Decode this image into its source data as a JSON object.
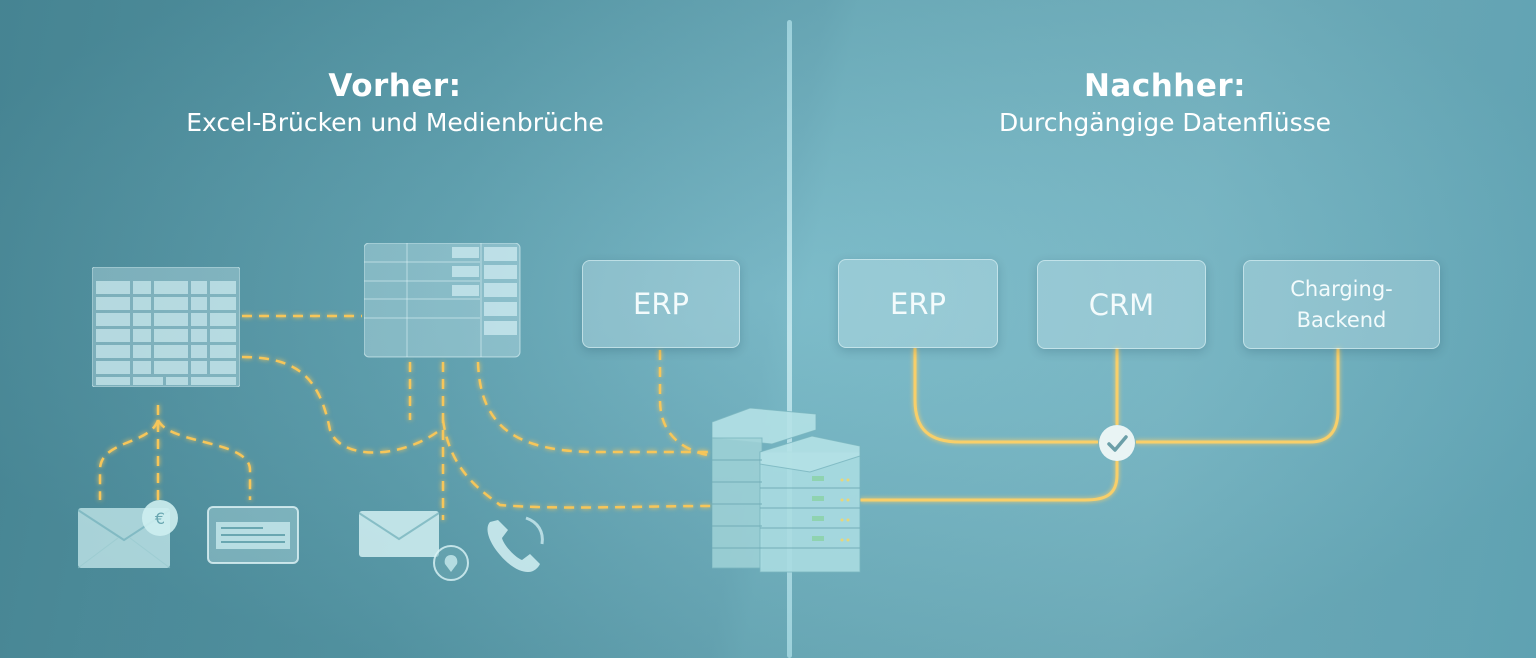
{
  "before": {
    "title": "Vorher:",
    "subtitle": "Excel-Brücken und Medienbrüche",
    "system_box": "ERP",
    "icons": [
      "spreadsheet-icon",
      "spreadsheet-icon",
      "email-with-euro-badge-icon",
      "message-card-icon",
      "email-with-location-badge-icon",
      "phone-icon",
      "server-stack-icon"
    ],
    "connector_style": "dashed"
  },
  "after": {
    "title": "Nachher:",
    "subtitle": "Durchgängige Datenflüsse",
    "systems": [
      {
        "label": "ERP"
      },
      {
        "label": "CRM"
      },
      {
        "label": "Charging-\nBackend",
        "line1": "Charging-",
        "line2": "Backend"
      }
    ],
    "hub_icon": "checkmark-icon",
    "connector_style": "solid"
  },
  "colors": {
    "background": "#5aa1b1",
    "connector": "#f6c65a",
    "box_fill": "#cfeaf0",
    "text": "#ffffff"
  }
}
